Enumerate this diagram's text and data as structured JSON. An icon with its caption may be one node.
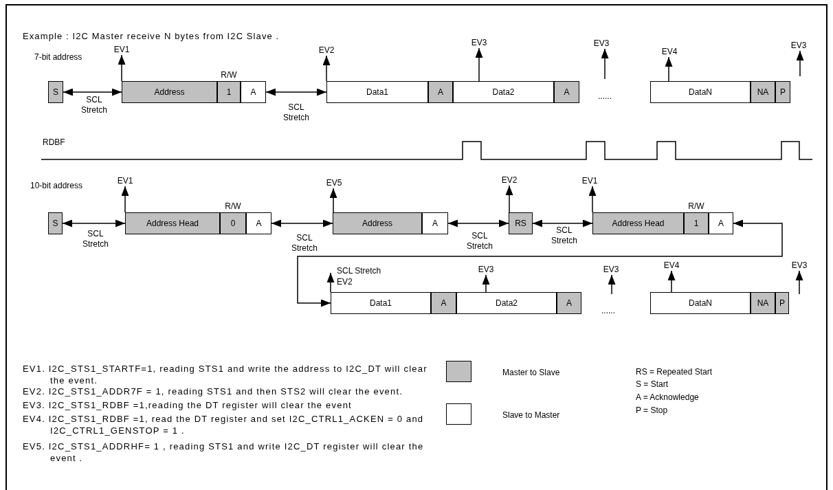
{
  "diagram": {
    "title": "Example : I2C Master receive N bytes from I2C Slave .",
    "nodes": [
      {
        "text": [
          "S"
        ]
      },
      {
        "text": [
          "Address"
        ]
      },
      {
        "text": [
          "1"
        ],
        "beside": [
          "R/W"
        ]
      },
      {
        "text": [
          "A"
        ]
      },
      {
        "text": [
          "Data1"
        ]
      },
      {
        "text": [
          "A"
        ]
      },
      {
        "text": [
          "Data2"
        ]
      },
      {
        "text": [
          "A"
        ]
      },
      {
        "text": [
          "DataN"
        ]
      },
      {
        "text": [
          "NA"
        ]
      },
      {
        "text": [
          "P"
        ]
      },
      {
        "text": [
          "EV1"
        ]
      },
      {
        "text": [
          "EV2"
        ]
      },
      {
        "text": [
          "EV3"
        ]
      },
      {
        "text": [
          "EV3"
        ]
      },
      {
        "text": [
          "EV4"
        ]
      },
      {
        "text": [
          "EV3"
        ]
      },
      {
        "text": [
          "S"
        ]
      },
      {
        "text": [
          "Address Head"
        ]
      },
      {
        "text": [
          "0"
        ],
        "beside": [
          "R/W"
        ]
      },
      {
        "text": [
          "A"
        ]
      },
      {
        "text": [
          "Address"
        ]
      },
      {
        "text": [
          "A"
        ]
      },
      {
        "text": [
          "RS"
        ]
      },
      {
        "text": [
          "Address Head"
        ]
      },
      {
        "text": [
          "1"
        ],
        "beside": [
          "R/W"
        ]
      },
      {
        "text": [
          "A"
        ]
      },
      {
        "text": [
          "EV1"
        ]
      },
      {
        "text": [
          "EV5"
        ]
      },
      {
        "text": [
          "EV2"
        ]
      },
      {
        "text": [
          "EV1"
        ]
      },
      {
        "text": [
          "Data1"
        ]
      },
      {
        "text": [
          "A"
        ]
      },
      {
        "text": [
          "Data2"
        ]
      },
      {
        "text": [
          "A"
        ]
      },
      {
        "text": [
          "DataN"
        ]
      },
      {
        "text": [
          "NA"
        ]
      },
      {
        "text": [
          "P"
        ]
      },
      {
        "text": [
          "SCL Stretch",
          "EV2"
        ]
      },
      {
        "text": [
          "EV3"
        ]
      },
      {
        "text": [
          "EV3"
        ]
      },
      {
        "text": [
          "EV4"
        ]
      },
      {
        "text": [
          "EV3"
        ]
      }
    ],
    "edges": [
      {
        "from": 0,
        "to": 1,
        "arrow": "both",
        "label": "SCL Stretch"
      },
      {
        "from": 3,
        "to": 4,
        "arrow": "both",
        "label": "SCL Stretch"
      },
      {
        "from": 1,
        "to": 11,
        "arrow": "to"
      },
      {
        "from": 4,
        "to": 12,
        "arrow": "to"
      },
      {
        "from": 6,
        "to": 13,
        "arrow": "to"
      },
      {
        "from": null,
        "to": 14,
        "arrow": "to"
      },
      {
        "from": 8,
        "to": 15,
        "arrow": "to"
      },
      {
        "from": null,
        "to": 16,
        "arrow": "to"
      },
      {
        "from": 17,
        "to": 18,
        "arrow": "both",
        "label": "SCL Stretch"
      },
      {
        "from": 20,
        "to": 21,
        "arrow": "both",
        "label": "SCL Stretch"
      },
      {
        "from": 22,
        "to": 23,
        "arrow": "both",
        "label": "SCL Stretch"
      },
      {
        "from": 23,
        "to": 24,
        "arrow": "both",
        "label": "SCL Stretch"
      },
      {
        "from": 18,
        "to": 27,
        "arrow": "to"
      },
      {
        "from": 21,
        "to": 28,
        "arrow": "to"
      },
      {
        "from": 23,
        "to": 29,
        "arrow": "to"
      },
      {
        "from": 24,
        "to": 30,
        "arrow": "to"
      },
      {
        "from": 26,
        "to": 31,
        "arrow": "both"
      },
      {
        "from": 31,
        "to": 38,
        "arrow": "to"
      },
      {
        "from": 33,
        "to": 39,
        "arrow": "to"
      },
      {
        "from": null,
        "to": 40,
        "arrow": "to"
      },
      {
        "from": 35,
        "to": 41,
        "arrow": "to"
      },
      {
        "from": null,
        "to": 42,
        "arrow": "to"
      }
    ],
    "labels": [
      "7-bit address",
      "......",
      "RDBF",
      "10-bit address",
      "......",
      "EV1. I2C_STS1_STARTF=1, reading STS1 and write the address to I2C_DT will clear the event.",
      "EV2. I2C_STS1_ADDR7F = 1, reading STS1 and then STS2 will clear the event.",
      "EV3. I2C_STS1_RDBF =1,reading the DT register will clear the event",
      "EV4. I2C_STS1_RDBF =1, read the DT register and set I2C_CTRL1_ACKEN = 0 and I2C_CTRL1_GENSTOP = 1 .",
      "EV5. I2C_STS1_ADDRHF= 1 , reading STS1 and write  I2C_DT register will clear the event .",
      "RS = Repeated Start",
      "S = Start",
      "A = Acknowledge",
      "P = Stop"
    ],
    "legend": [
      {
        "text": "Master to Slave",
        "color": "#c0c0c0"
      },
      {
        "text": "Slave to Master",
        "color": "#ffffff"
      }
    ]
  }
}
